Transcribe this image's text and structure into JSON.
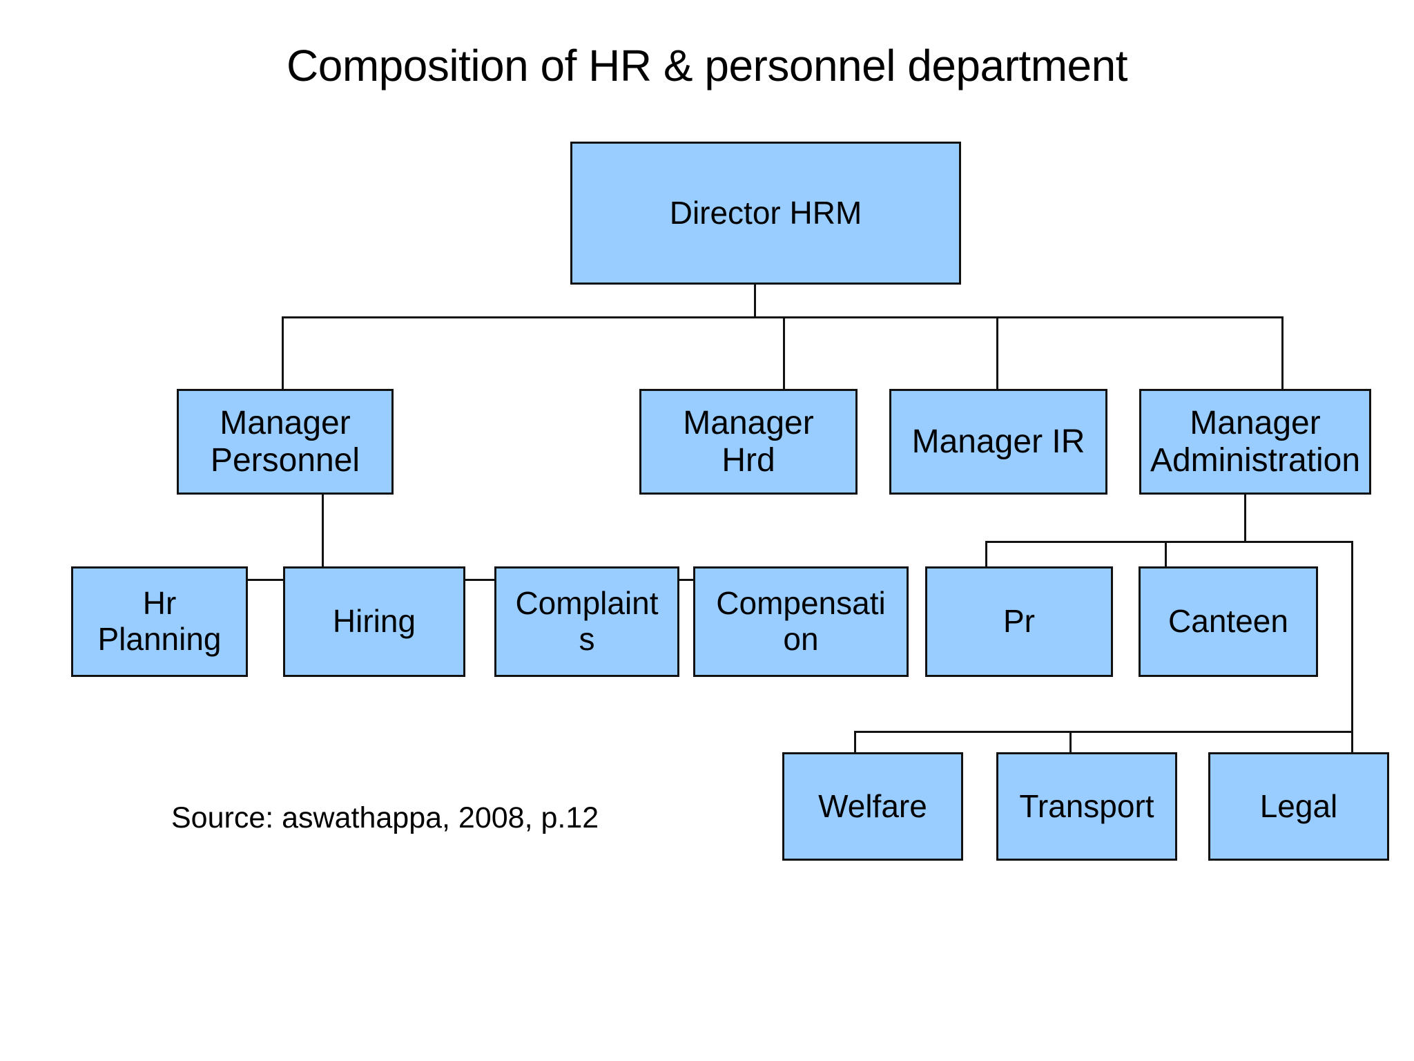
{
  "title": "Composition of HR & personnel department",
  "source_note": "Source: aswathappa, 2008, p.12",
  "colors": {
    "node_fill": "#99CCFF",
    "node_border": "#111111",
    "background": "#FFFFFF",
    "text": "#000000",
    "connector": "#111111"
  },
  "chart_data": {
    "type": "diagram",
    "diagram_type": "organization-chart",
    "title": "Composition of HR & personnel department",
    "orientation": "top-down",
    "levels": 4,
    "nodes": [
      {
        "id": "director-hrm",
        "label": "Director HRM",
        "level": 0,
        "parent": null
      },
      {
        "id": "manager-personnel",
        "label": "Manager\nPersonnel",
        "level": 1,
        "parent": "director-hrm"
      },
      {
        "id": "manager-hrd",
        "label": "Manager\nHrd",
        "level": 1,
        "parent": "director-hrm"
      },
      {
        "id": "manager-ir",
        "label": "Manager IR",
        "level": 1,
        "parent": "director-hrm"
      },
      {
        "id": "manager-administration",
        "label": "Manager\nAdministration",
        "level": 1,
        "parent": "director-hrm"
      },
      {
        "id": "hr-planning",
        "label": "Hr\nPlanning",
        "level": 2,
        "parent": "manager-personnel"
      },
      {
        "id": "hiring",
        "label": "Hiring",
        "level": 2,
        "parent": "manager-personnel"
      },
      {
        "id": "complaints",
        "label": "Complaint\ns",
        "level": 2,
        "parent": "manager-personnel"
      },
      {
        "id": "compensation",
        "label": "Compensati\non",
        "level": 2,
        "parent": "manager-personnel"
      },
      {
        "id": "pr",
        "label": "Pr",
        "level": 2,
        "parent": "manager-administration"
      },
      {
        "id": "canteen",
        "label": "Canteen",
        "level": 2,
        "parent": "manager-administration"
      },
      {
        "id": "welfare",
        "label": "Welfare",
        "level": 3,
        "parent": "manager-administration"
      },
      {
        "id": "transport",
        "label": "Transport",
        "level": 3,
        "parent": "manager-administration"
      },
      {
        "id": "legal",
        "label": "Legal",
        "level": 3,
        "parent": "manager-administration"
      }
    ],
    "edges": [
      {
        "from": "director-hrm",
        "to": "manager-personnel"
      },
      {
        "from": "director-hrm",
        "to": "manager-hrd"
      },
      {
        "from": "director-hrm",
        "to": "manager-ir"
      },
      {
        "from": "director-hrm",
        "to": "manager-administration"
      },
      {
        "from": "manager-personnel",
        "to": "hr-planning"
      },
      {
        "from": "manager-personnel",
        "to": "hiring"
      },
      {
        "from": "manager-personnel",
        "to": "complaints"
      },
      {
        "from": "manager-personnel",
        "to": "compensation"
      },
      {
        "from": "manager-administration",
        "to": "pr"
      },
      {
        "from": "manager-administration",
        "to": "canteen"
      },
      {
        "from": "manager-administration",
        "to": "welfare"
      },
      {
        "from": "manager-administration",
        "to": "transport"
      },
      {
        "from": "manager-administration",
        "to": "legal"
      }
    ]
  },
  "nodes": {
    "director_hrm": "Director HRM",
    "manager_personnel": "Manager\nPersonnel",
    "manager_hrd": "Manager\nHrd",
    "manager_ir": "Manager IR",
    "manager_administration": "Manager\nAdministration",
    "hr_planning": "Hr\nPlanning",
    "hiring": "Hiring",
    "complaints": "Complaint\ns",
    "compensation": "Compensati\non",
    "pr": "Pr",
    "canteen": "Canteen",
    "welfare": "Welfare",
    "transport": "Transport",
    "legal": "Legal"
  }
}
